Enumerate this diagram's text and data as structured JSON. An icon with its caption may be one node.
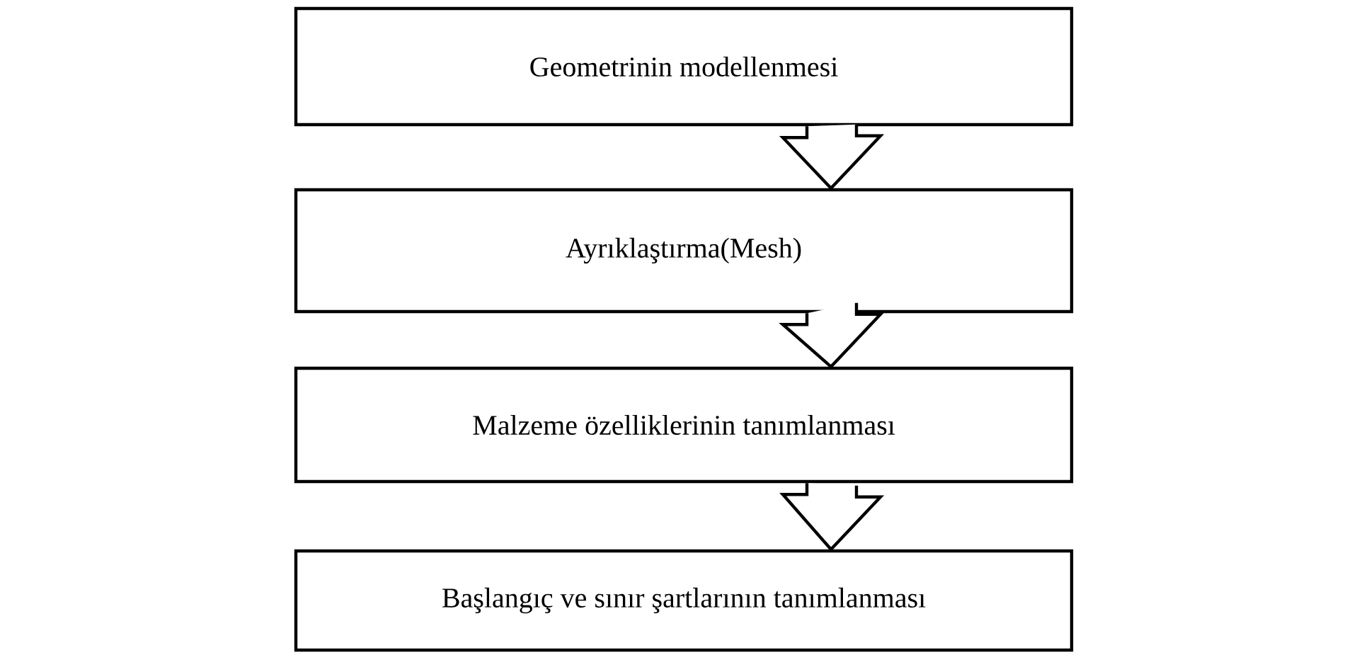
{
  "diagram": {
    "nodes": [
      {
        "text": [
          "Geometrinin modellenmesi"
        ]
      },
      {
        "text": [
          "Ayrıklaştırma(Mesh)"
        ]
      },
      {
        "text": [
          "Malzeme özelliklerinin tanımlanması"
        ]
      },
      {
        "text": [
          "Başlangıç ve sınır şartlarının tanımlanması"
        ]
      }
    ],
    "edges": [
      {
        "from": 0,
        "to": 1,
        "arrow": "to"
      },
      {
        "from": 1,
        "to": 2,
        "arrow": "to"
      },
      {
        "from": 2,
        "to": 3,
        "arrow": "to"
      }
    ]
  }
}
